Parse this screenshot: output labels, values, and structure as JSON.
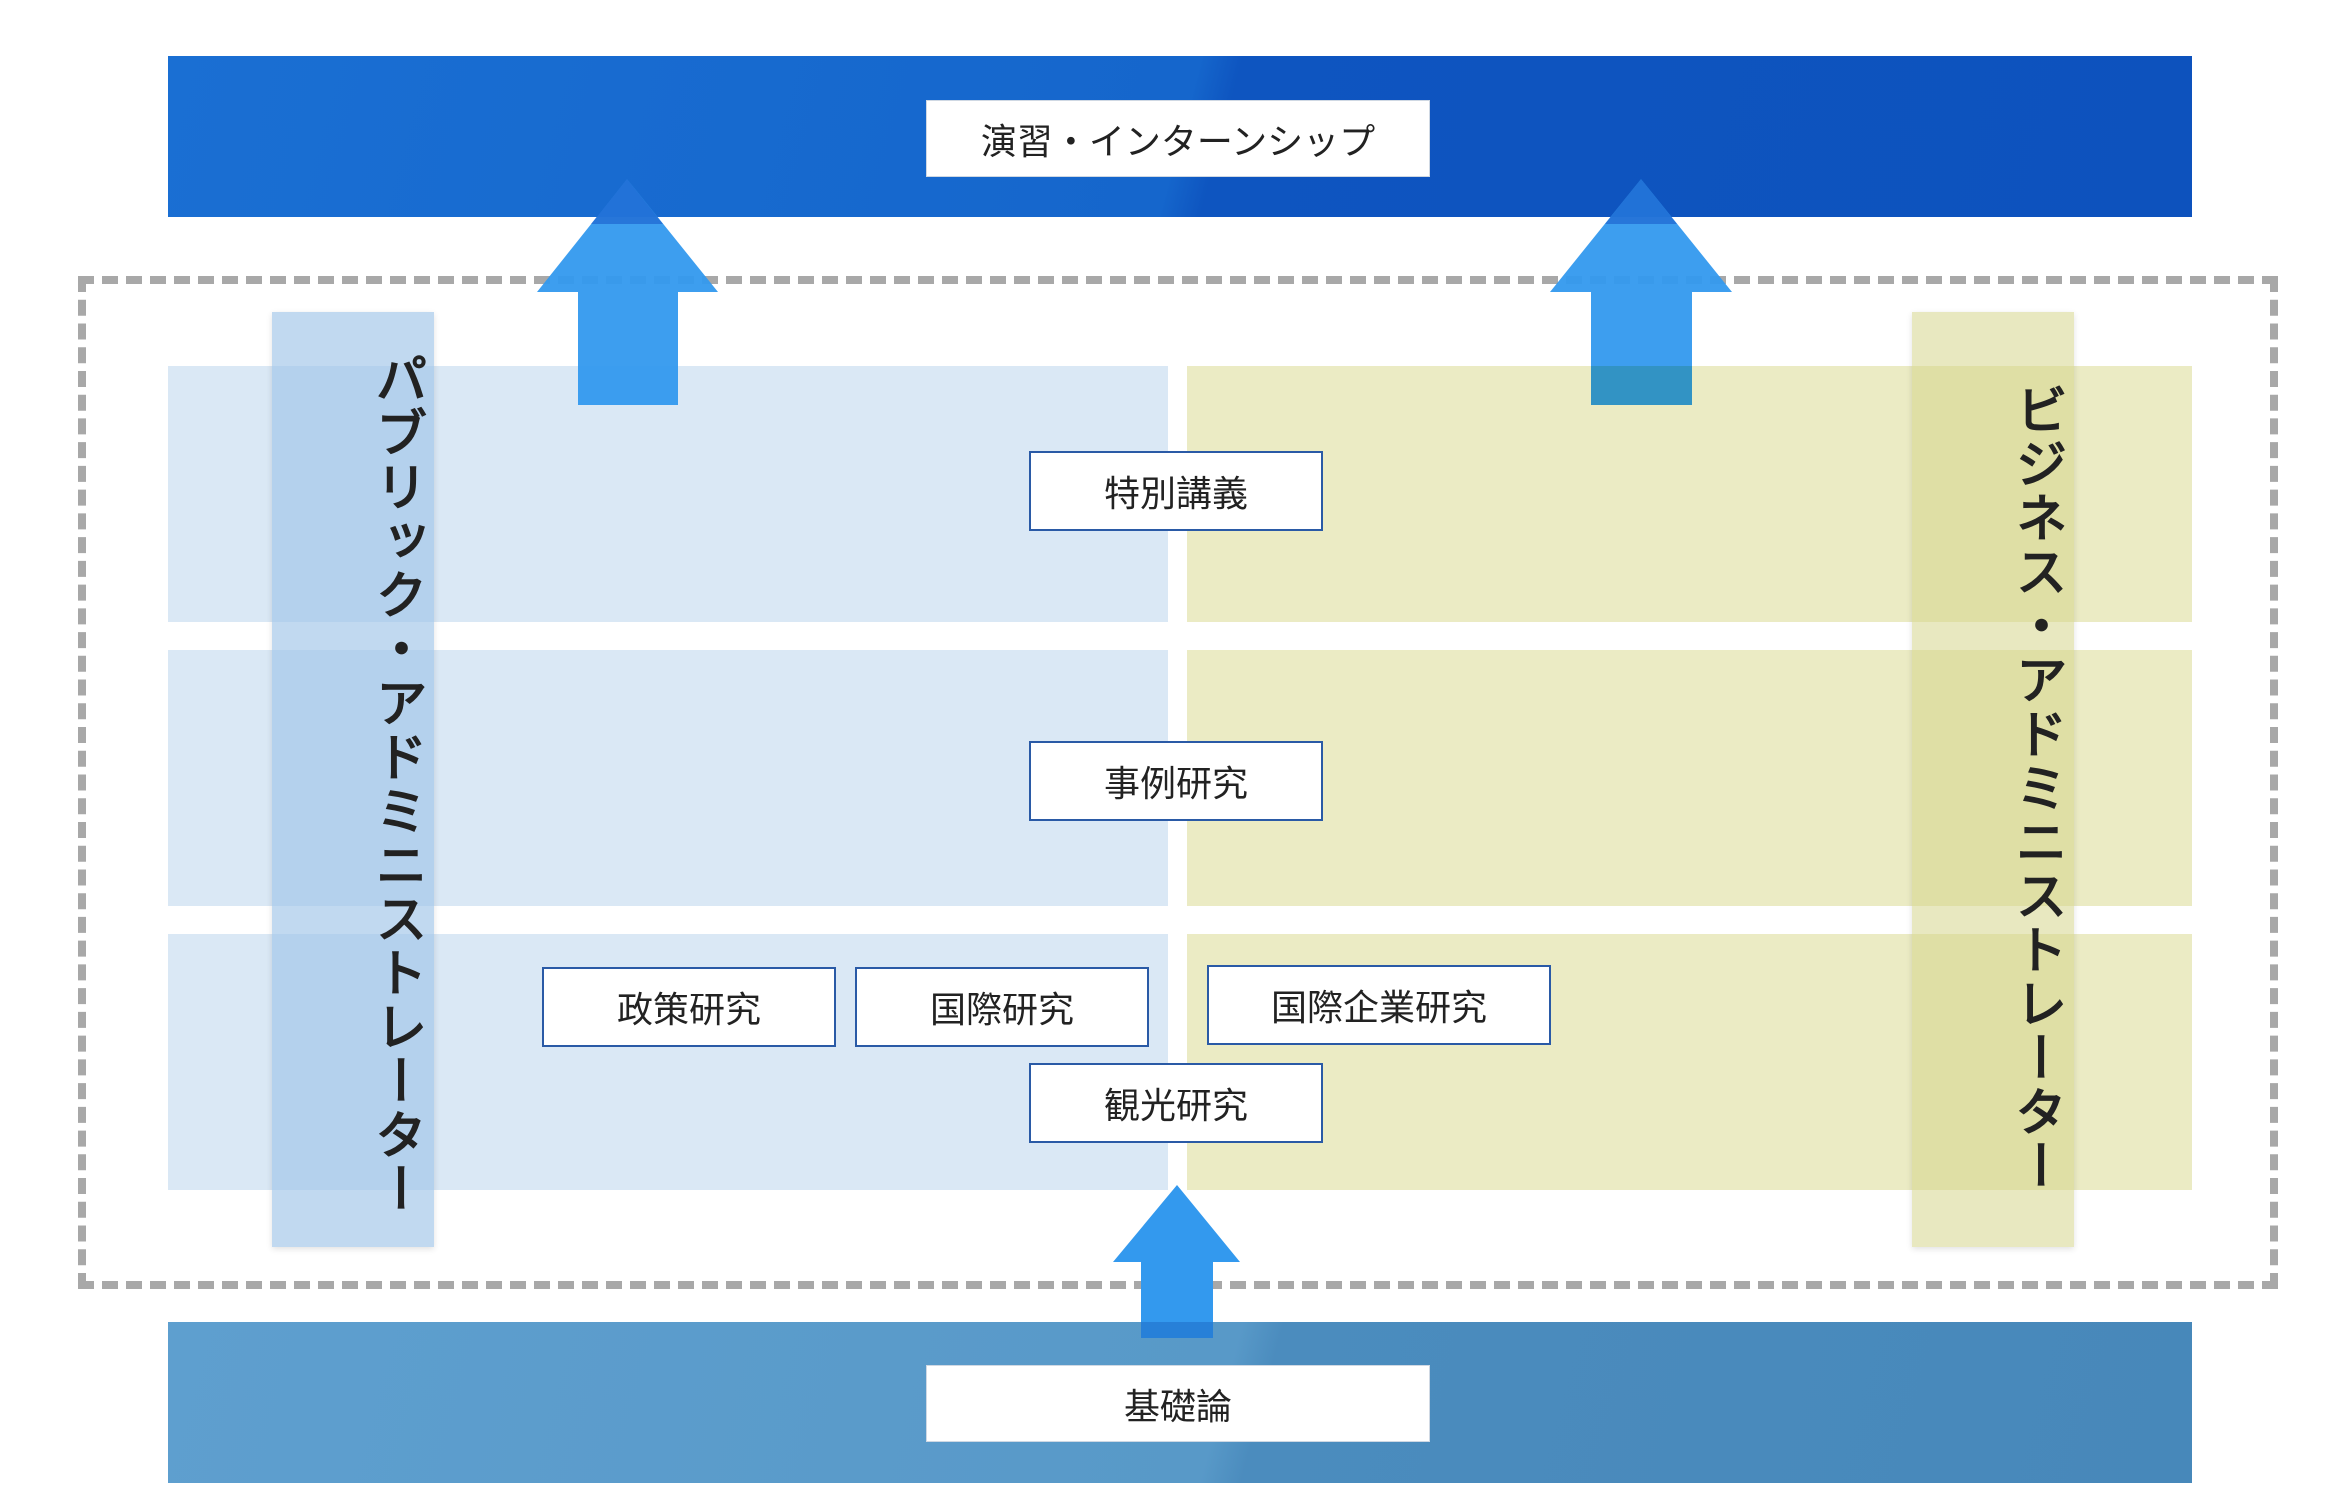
{
  "top": {
    "label": "演習・インターンシップ"
  },
  "bottom": {
    "label": "基礎論"
  },
  "columns": {
    "public": "パブリック・アドミニストレーター",
    "business": "ビジネス・アドミニストレーター"
  },
  "rows": {
    "special": "特別講義",
    "case": "事例研究",
    "policy": "政策研究",
    "international": "国際研究",
    "intl_business": "国際企業研究",
    "tourism": "観光研究"
  },
  "colors": {
    "top_band": "#1566cc",
    "bottom_band": "#5899c8",
    "arrow": "#3399ee",
    "public_tint": "#dae8f5",
    "business_tint": "#ebebc4",
    "dashed_frame": "#a8a8a8"
  }
}
